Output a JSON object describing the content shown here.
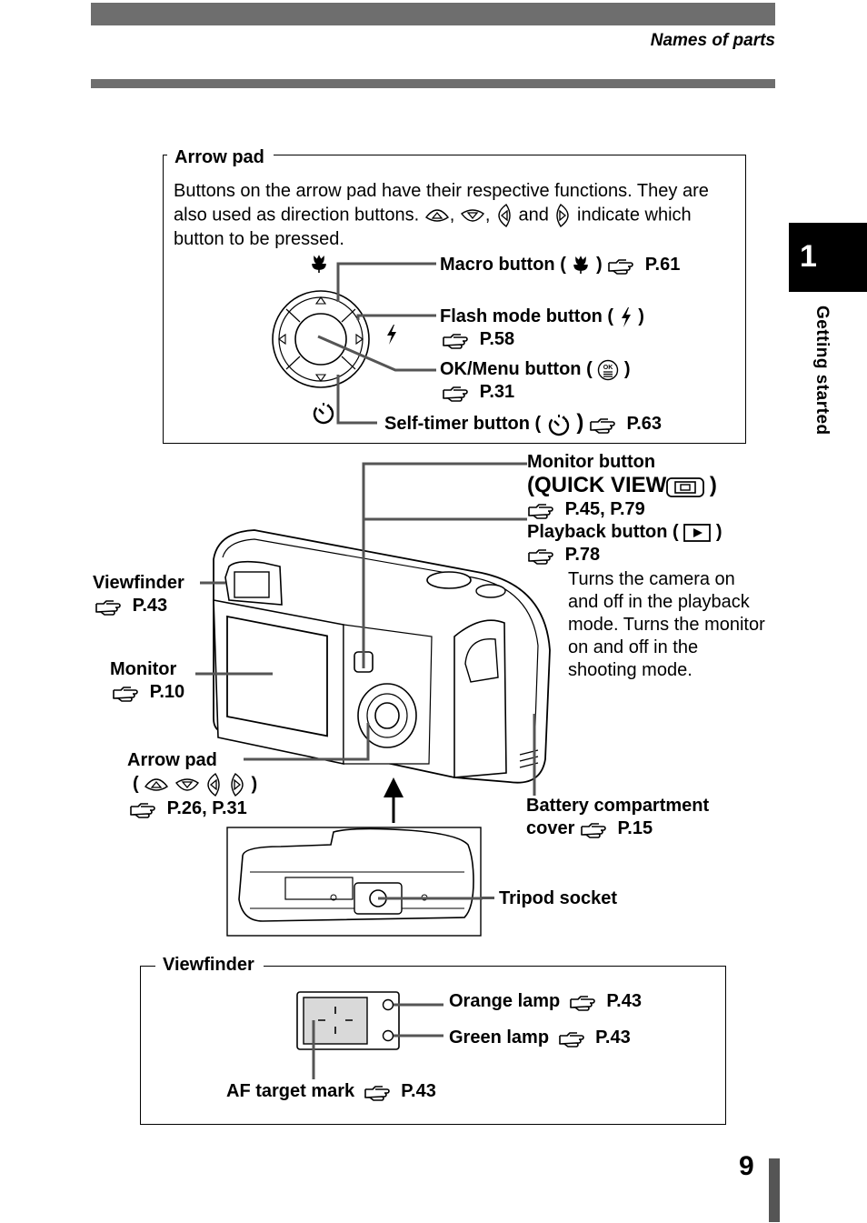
{
  "header": {
    "title": "Names of parts"
  },
  "side": {
    "chapter_number": "1",
    "chapter_title": "Getting started"
  },
  "page_number": "9",
  "arrow_pad_box": {
    "title": "Arrow pad",
    "desc_before": "Buttons on the arrow pad have their respective functions. They are also used as direction buttons.",
    "desc_and": "and",
    "desc_after": "indicate which button to be pressed.",
    "macro_label": "Macro button (",
    "macro_ref": "P.61",
    "flash_label": "Flash mode button (",
    "flash_ref": "P.58",
    "ok_label": "OK/Menu button (",
    "ok_ref": "P.31",
    "timer_label": "Self-timer button (",
    "timer_ref": "P.63",
    "close_paren": ")",
    "comma": ","
  },
  "camera": {
    "monitor_button_label": "Monitor button",
    "quick_view_label": "(QUICK VIEW",
    "monitor_button_ref": "P.45, P.79",
    "playback_label": "Playback button (",
    "playback_ref": "P.78",
    "playback_desc": "Turns the camera on and off in the playback mode. Turns the monitor on and off in the shooting mode.",
    "viewfinder_label": "Viewfinder",
    "viewfinder_ref": "P.43",
    "monitor_label": "Monitor",
    "monitor_ref": "P.10",
    "arrow_pad_label": "Arrow pad",
    "arrow_pad_ref": "P.26, P.31",
    "open_paren": "(",
    "battery_label_1": "Battery compartment",
    "battery_label_2": "cover",
    "battery_ref": "P.15",
    "tripod_label": "Tripod socket"
  },
  "viewfinder_box": {
    "title": "Viewfinder",
    "orange_lamp_label": "Orange lamp",
    "orange_lamp_ref": "P.43",
    "green_lamp_label": "Green lamp",
    "green_lamp_ref": "P.43",
    "af_label": "AF target mark",
    "af_ref": "P.43"
  },
  "icons": [
    "reference-hand-icon",
    "arrow-up-icon",
    "arrow-down-icon",
    "arrow-left-icon",
    "arrow-right-icon",
    "macro-flower-icon",
    "flash-icon",
    "ok-menu-icon",
    "self-timer-icon",
    "quick-view-icon",
    "playback-icon"
  ]
}
